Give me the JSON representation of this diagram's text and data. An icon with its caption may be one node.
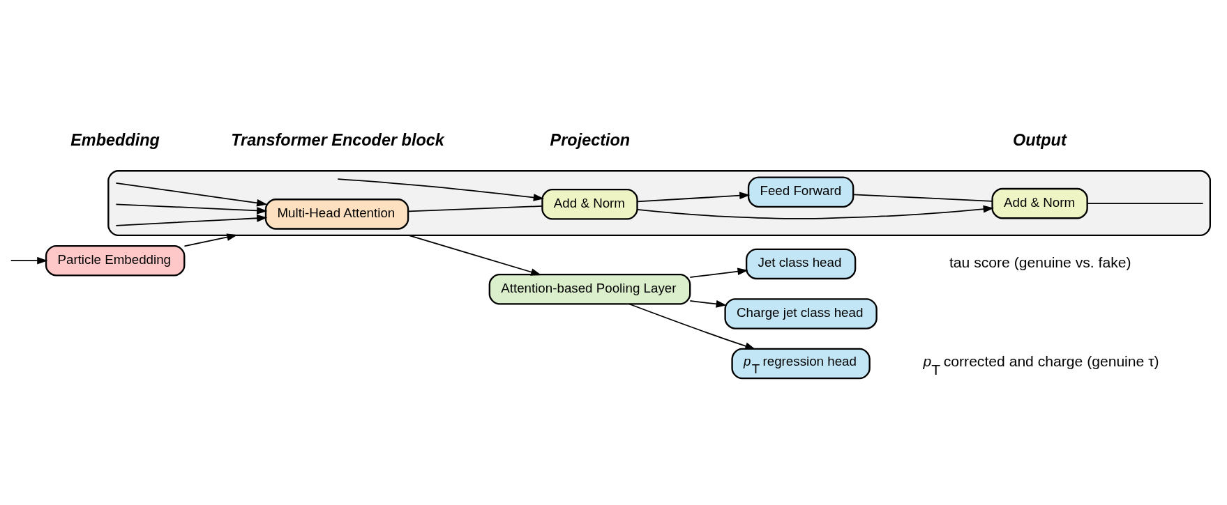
{
  "diagram": {
    "nodes": [
      {
        "text": [
          "Particle Embedding"
        ]
      },
      {
        "text": [],
        "shape": "box"
      },
      {
        "text": [
          "Add & Norm"
        ],
        "in": 1
      },
      {
        "text": [
          "Feed Forward"
        ],
        "in": 1
      },
      {
        "text": [
          "Add & Norm"
        ],
        "in": 1
      },
      {
        "text": [
          "Multi-Head Attention"
        ],
        "in": 1
      },
      {
        "text": [
          "Attention-based Pooling Layer"
        ]
      },
      {
        "text": [
          "Jet class head"
        ]
      },
      {
        "text": [
          "Charge jet class head"
        ]
      },
      {
        "text": [
          "*p*$_{T}$ regression head"
        ]
      }
    ],
    "edges": [
      {
        "from": null,
        "to": 0,
        "arrow": "to"
      },
      {
        "from": 0,
        "to": 1,
        "arrow": "to"
      },
      {
        "from": 1,
        "to": 5,
        "arrow": "to"
      },
      {
        "from": 1,
        "to": 5,
        "arrow": "to"
      },
      {
        "from": 1,
        "to": 5,
        "arrow": "to"
      },
      {
        "from": 1,
        "to": 4,
        "arrow": "to"
      },
      {
        "from": 5,
        "to": 4,
        "arrow": "none"
      },
      {
        "from": 4,
        "to": 3,
        "arrow": "to"
      },
      {
        "from": 4,
        "to": 2,
        "arrow": "to"
      },
      {
        "from": 3,
        "to": 2,
        "arrow": "none"
      },
      {
        "from": 2,
        "to": 1,
        "arrow": "none"
      },
      {
        "from": 1,
        "to": 6,
        "arrow": "to"
      },
      {
        "from": 6,
        "to": 7,
        "arrow": "to"
      },
      {
        "from": 6,
        "to": 8,
        "arrow": "to"
      },
      {
        "from": 6,
        "to": 9,
        "arrow": "to"
      }
    ],
    "labels": [
      "Embedding",
      "Transformer Encoder block",
      "Projection",
      "Output",
      "tau score (genuine vs. fake)",
      "*p*$_{T}$ corrected and charge (genuine τ)"
    ]
  }
}
